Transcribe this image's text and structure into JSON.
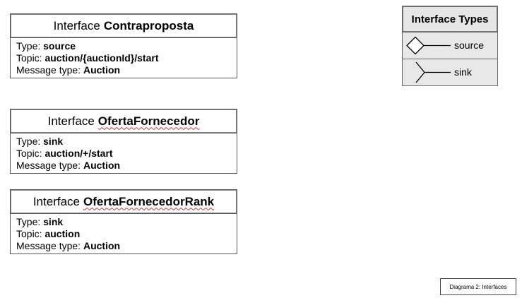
{
  "interfaces": [
    {
      "prefix": "Interface",
      "name": "Contraproposta",
      "type_label": "Type:",
      "type": "source",
      "topic_label": "Topic:",
      "topic": "auction/{auctionId}/start",
      "message_label": "Message type:",
      "message": "Auction"
    },
    {
      "prefix": "Interface",
      "name": "OfertaFornecedor",
      "type_label": "Type:",
      "type": "sink",
      "topic_label": "Topic:",
      "topic": "auction/+/start",
      "message_label": "Message type:",
      "message": "Auction"
    },
    {
      "prefix": "Interface",
      "name": "OfertaFornecedorRank",
      "type_label": "Type:",
      "type": "sink",
      "topic_label": "Topic:",
      "topic": "auction",
      "message_label": "Message type:",
      "message": "Auction"
    }
  ],
  "legend": {
    "title": "Interface Types",
    "items": [
      {
        "icon": "diamond-source-icon",
        "label": "source"
      },
      {
        "icon": "chevron-sink-icon",
        "label": "sink"
      }
    ]
  },
  "caption": "Diagrama 2: Interfaces",
  "colors": {
    "border": "#555555",
    "legend_bg": "#e6e6e6",
    "spellcheck": "#cc3333"
  }
}
